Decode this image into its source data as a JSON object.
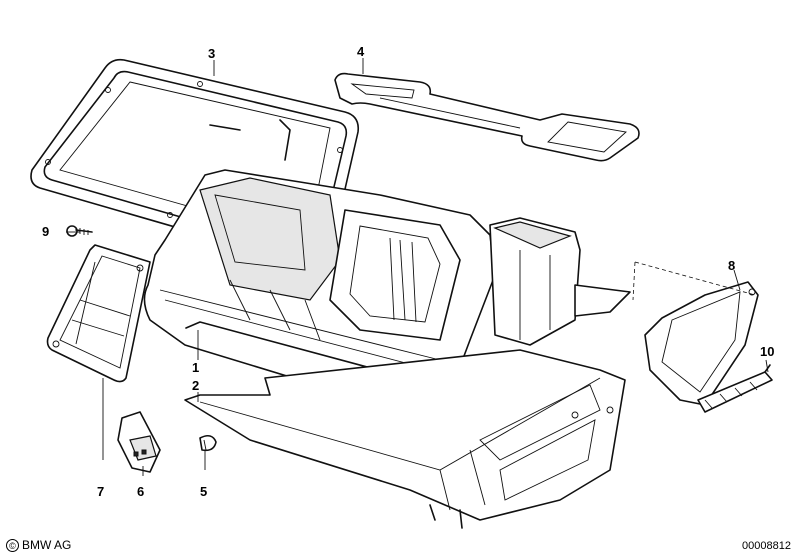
{
  "diagram": {
    "callouts": [
      {
        "id": "part-1",
        "label": "1"
      },
      {
        "id": "part-2",
        "label": "2"
      },
      {
        "id": "part-3",
        "label": "3"
      },
      {
        "id": "part-4",
        "label": "4"
      },
      {
        "id": "part-5",
        "label": "5"
      },
      {
        "id": "part-6",
        "label": "6"
      },
      {
        "id": "part-7",
        "label": "7"
      },
      {
        "id": "part-8",
        "label": "8"
      },
      {
        "id": "part-9",
        "label": "9"
      },
      {
        "id": "part-10",
        "label": "10"
      }
    ]
  },
  "footer": {
    "copyright_symbol": "©",
    "brand": "BMW AG",
    "drawing_number": "00008812"
  },
  "colors": {
    "line": "#111111",
    "background": "#ffffff"
  }
}
